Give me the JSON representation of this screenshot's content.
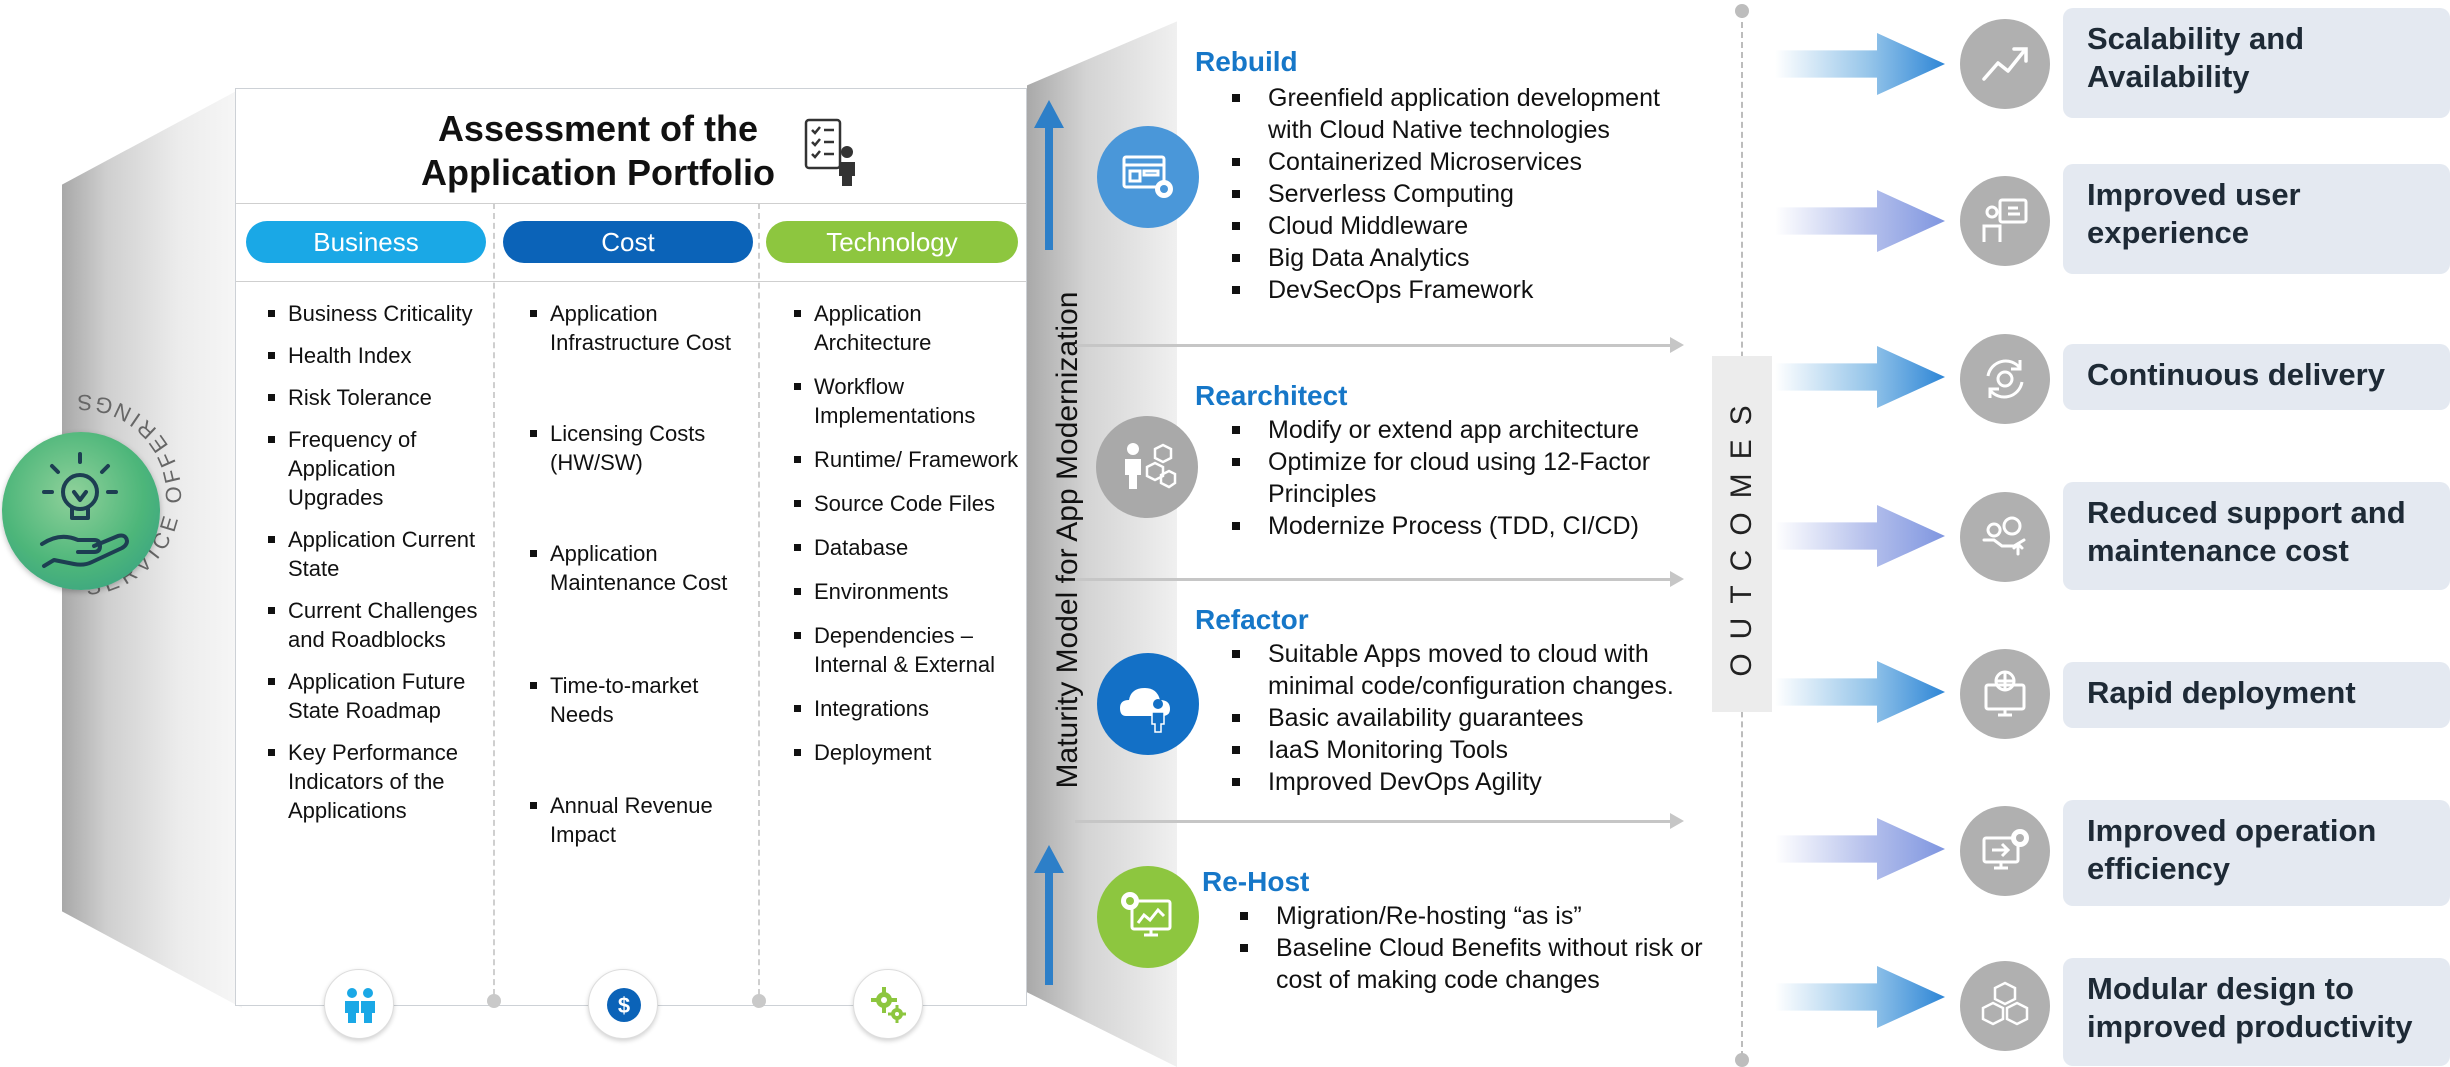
{
  "service_offerings": {
    "ring_label": "SERVICE OFFERINGS",
    "icon": "lightbulb-hand-icon"
  },
  "portfolio": {
    "title_line1": "Assessment of the",
    "title_line2": "Application Portfolio",
    "title_icon": "checklist-person-icon",
    "columns": {
      "business": {
        "label": "Business",
        "color": "#1aa8e6",
        "footer_icon": "people-icon",
        "items": [
          "Business Criticality",
          "Health Index",
          "Risk Tolerance",
          "Frequency of Application Upgrades",
          "Application Current State",
          "Current Challenges and Roadblocks",
          "Application Future State Roadmap",
          "Key Performance Indicators of the Applications"
        ]
      },
      "cost": {
        "label": "Cost",
        "color": "#0b63b8",
        "footer_icon": "dollar-icon",
        "items": [
          "Application Infrastructure Cost",
          "Licensing Costs (HW/SW)",
          "Application Maintenance Cost",
          "Time-to-market Needs",
          "Annual Revenue Impact"
        ]
      },
      "technology": {
        "label": "Technology",
        "color": "#8dc63f",
        "footer_icon": "gears-icon",
        "items": [
          "Application Architecture",
          "Workflow Implementations",
          "Runtime/ Framework",
          "Source Code Files",
          "Database",
          "Environments",
          "Dependencies – Internal & External",
          "Integrations",
          "Deployment"
        ]
      }
    }
  },
  "maturity_model": {
    "label": "Maturity Model for App Modernization",
    "stages": [
      {
        "title": "Rebuild",
        "icon": "dashboard-gear-icon",
        "color": "#4a97d9",
        "items": [
          "Greenfield application development with Cloud Native technologies",
          "Containerized Microservices",
          "Serverless Computing",
          "Cloud Middleware",
          "Big Data Analytics",
          "DevSecOps Framework"
        ]
      },
      {
        "title": "Rearchitect",
        "icon": "person-blocks-icon",
        "color": "#a9a9a9",
        "items": [
          "Modify or extend app architecture",
          "Optimize for cloud using 12-Factor Principles",
          "Modernize Process (TDD, CI/CD)"
        ]
      },
      {
        "title": "Refactor",
        "icon": "cloud-person-icon",
        "color": "#1370c6",
        "items": [
          "Suitable Apps moved to cloud with minimal code/configuration changes.",
          "Basic availability guarantees",
          "IaaS Monitoring Tools",
          "Improved DevOps Agility"
        ]
      },
      {
        "title": "Re-Host",
        "icon": "monitor-gear-icon",
        "color": "#8dc63f",
        "items": [
          "Migration/Re-hosting “as is”",
          "Baseline Cloud Benefits without risk or cost of making code changes"
        ]
      }
    ]
  },
  "outcomes": {
    "label": "OUTCOMES",
    "items": [
      {
        "text": "Scalability and Availability",
        "icon": "trend-up-icon"
      },
      {
        "text": "Improved user experience",
        "icon": "user-screen-icon"
      },
      {
        "text": "Continuous delivery",
        "icon": "cycle-gear-icon"
      },
      {
        "text": "Reduced support and maintenance cost",
        "icon": "hand-coins-icon"
      },
      {
        "text": "Rapid deployment",
        "icon": "globe-monitor-icon"
      },
      {
        "text": "Improved operation efficiency",
        "icon": "monitor-gear-icon"
      },
      {
        "text": "Modular design to improved productivity",
        "icon": "cubes-icon"
      }
    ]
  }
}
